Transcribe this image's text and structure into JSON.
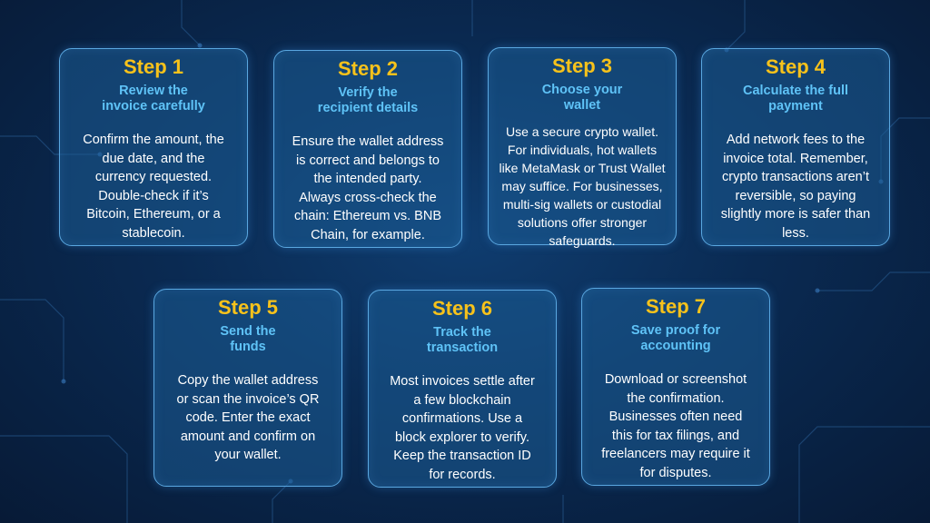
{
  "steps": [
    {
      "title": "Step 1",
      "heading": "Review the\ninvoice carefully",
      "body": "Confirm the amount, the\ndue date, and the\ncurrency requested.\nDouble-check if it’s\nBitcoin, Ethereum, or a\nstablecoin."
    },
    {
      "title": "Step 2",
      "heading": "Verify the\nrecipient details",
      "body": "Ensure the wallet address\nis correct and belongs to\nthe intended party.\nAlways cross-check the\nchain: Ethereum vs. BNB\nChain, for example."
    },
    {
      "title": "Step 3",
      "heading": "Choose your\nwallet",
      "body": "Use a secure crypto wallet.\nFor individuals, hot wallets\nlike MetaMask or Trust Wallet\nmay suffice. For businesses,\nmulti-sig wallets or custodial\nsolutions offer stronger\nsafeguards."
    },
    {
      "title": "Step 4",
      "heading": "Calculate the full\npayment",
      "body": "Add network fees to the\ninvoice total. Remember,\ncrypto transactions aren’t\nreversible, so paying\nslightly more is safer than\nless."
    },
    {
      "title": "Step 5",
      "heading": "Send the\nfunds",
      "body": "Copy the wallet address\nor scan the invoice’s QR\ncode. Enter the exact\namount and confirm on\nyour wallet."
    },
    {
      "title": "Step 6",
      "heading": "Track the\ntransaction",
      "body": "Most invoices settle after\na few blockchain\nconfirmations. Use a\nblock explorer to verify.\nKeep the transaction ID\nfor records."
    },
    {
      "title": "Step 7",
      "heading": "Save proof for\naccounting",
      "body": "Download or screenshot\nthe confirmation.\nBusinesses often need\nthis for tax filings, and\nfreelancers may require it\nfor disputes."
    }
  ],
  "colors": {
    "background": "#0a2a52",
    "card_border": "#5aa7e0",
    "step_title": "#f7c21b",
    "heading": "#5fc3f7",
    "body_text": "#ffffff"
  }
}
